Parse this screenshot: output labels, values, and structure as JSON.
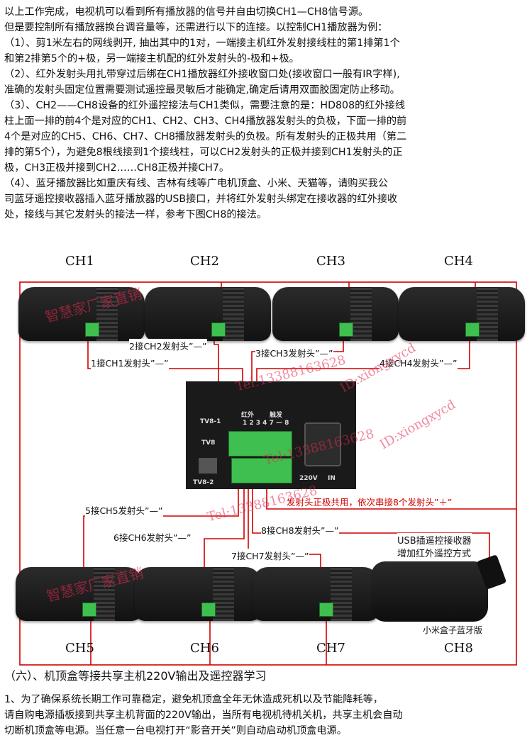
{
  "intro": {
    "lines": [
      "    以上工作完成，电视机可以看到所有播放器的信号并自由切换CH1—CH8信号源。",
      "但是要控制所有播放器换台调音量等，还需进行以下的连接。以控制CH1播放器为例：",
      "（1）、剪1米左右的网线剥开, 抽出其中的1对，一端接主机红外发射接线柱的第1排第1个",
      "和第2排第5个的+极，另一端接主机配的红外发射头的-极和+极。",
      "（2）、红外发射头用扎带穿过后绑在CH1播放器红外接收窗口处(接收窗口一般有IR字样),",
      "准确的发射头固定位置需要测试遥控最灵敏后才能确定,确定后请用双面胶固定防止移动。",
      "（3）、CH2——CH8设备的红外遥控接法与CH1类似，需要注意的是：HD808的红外接线",
      "柱上面一排的前4个是对应的CH1、CH2、CH3、CH4播放器发射头的负极，下面一排的前",
      "4个是对应的CH5、CH6、CH7、CH8播放器发射头的负极。所有发射头的正极共用（第二",
      "排的第5个），为避免8根线接到1个接线柱，可以CH2发射头的正极并接到CH1发射头的正",
      "极，CH3正极并接到CH2……CH8正极并接CH7。",
      "（4）、蓝牙播放器比如重庆有线、吉林有线等广电机顶盒、小米、天猫等，请购买我公",
      "司蓝牙遥控接收器插入蓝牙播放器的USB接口，并将红外发射头绑定在接收器的红外接收",
      "处，接线与其它发射头的接法一样，参考下图CH8的接法。"
    ]
  },
  "diagram": {
    "top_channels": [
      "CH1",
      "CH2",
      "CH3",
      "CH4"
    ],
    "bottom_channels": [
      "CH5",
      "CH6",
      "CH7",
      "CH8"
    ],
    "wire_labels": {
      "ch1": "1接CH1发射头”—”",
      "ch2": "2接CH2发射头”—”",
      "ch3": "3接CH3发射头”—”",
      "ch4": "4接CH4发射头”—”",
      "ch5": "5接CH5发射头”—”",
      "ch6": "6接CH6发射头”—”",
      "ch7": "7接CH7发射头”—”",
      "ch8": "8接CH8发射头”—”",
      "positive": "发射头正极共用，依次串接8个发射头”＋”"
    },
    "host_panel": {
      "tv8_1": "TV8-1",
      "tv8_2": "TV8-2",
      "tv8": "TV8",
      "ir_label": "红外",
      "trigger_label": "触发",
      "pin_numbers": "1 2 3 4 7 — 8",
      "voltage": "220V",
      "in_label": "IN"
    },
    "usb_receiver_label_line1": "USB插遥控接收器",
    "usb_receiver_label_line2": "增加红外遥控方式",
    "mibox_label": "小米盒子蓝牙版",
    "wire_color": "#d10000"
  },
  "watermarks": {
    "brand_top": "智慧家厂家直销",
    "tel_top": "Tel:13388163628",
    "id_top": "ID:xiongxycd",
    "tel_mid": "Tel:13388163628",
    "id_mid": "ID:xiongxycd",
    "brand_bottom": "智慧家厂家直销",
    "tel_bottom": "Tel:13388163628"
  },
  "section6": {
    "heading": "（六）、机顶盒等接共享主机220V输出及遥控器学习",
    "lines": [
      "    1、为了确保系统长期工作可靠稳定，避免机顶盒全年无休造成死机以及节能降耗等，",
      "请自购电源插板接到共享主机背面的220V输出，当所有电视机待机关机，共享主机会自动",
      "切断机顶盒等电源。当任意一台电视打开“影音开关”则自动启动机顶盒电源。"
    ]
  }
}
